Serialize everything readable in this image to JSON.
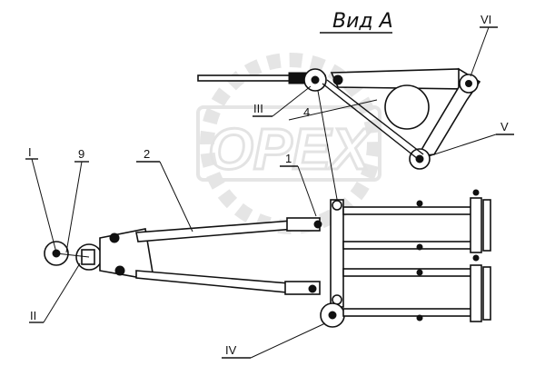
{
  "title": "Вид А",
  "watermark": "OPEX",
  "callouts": {
    "c1": "1",
    "c2": "2",
    "c4": "4",
    "c9": "9",
    "cI": "I",
    "cII": "II",
    "cIII": "III",
    "cIV": "IV",
    "cV": "V",
    "cVI": "VI"
  }
}
